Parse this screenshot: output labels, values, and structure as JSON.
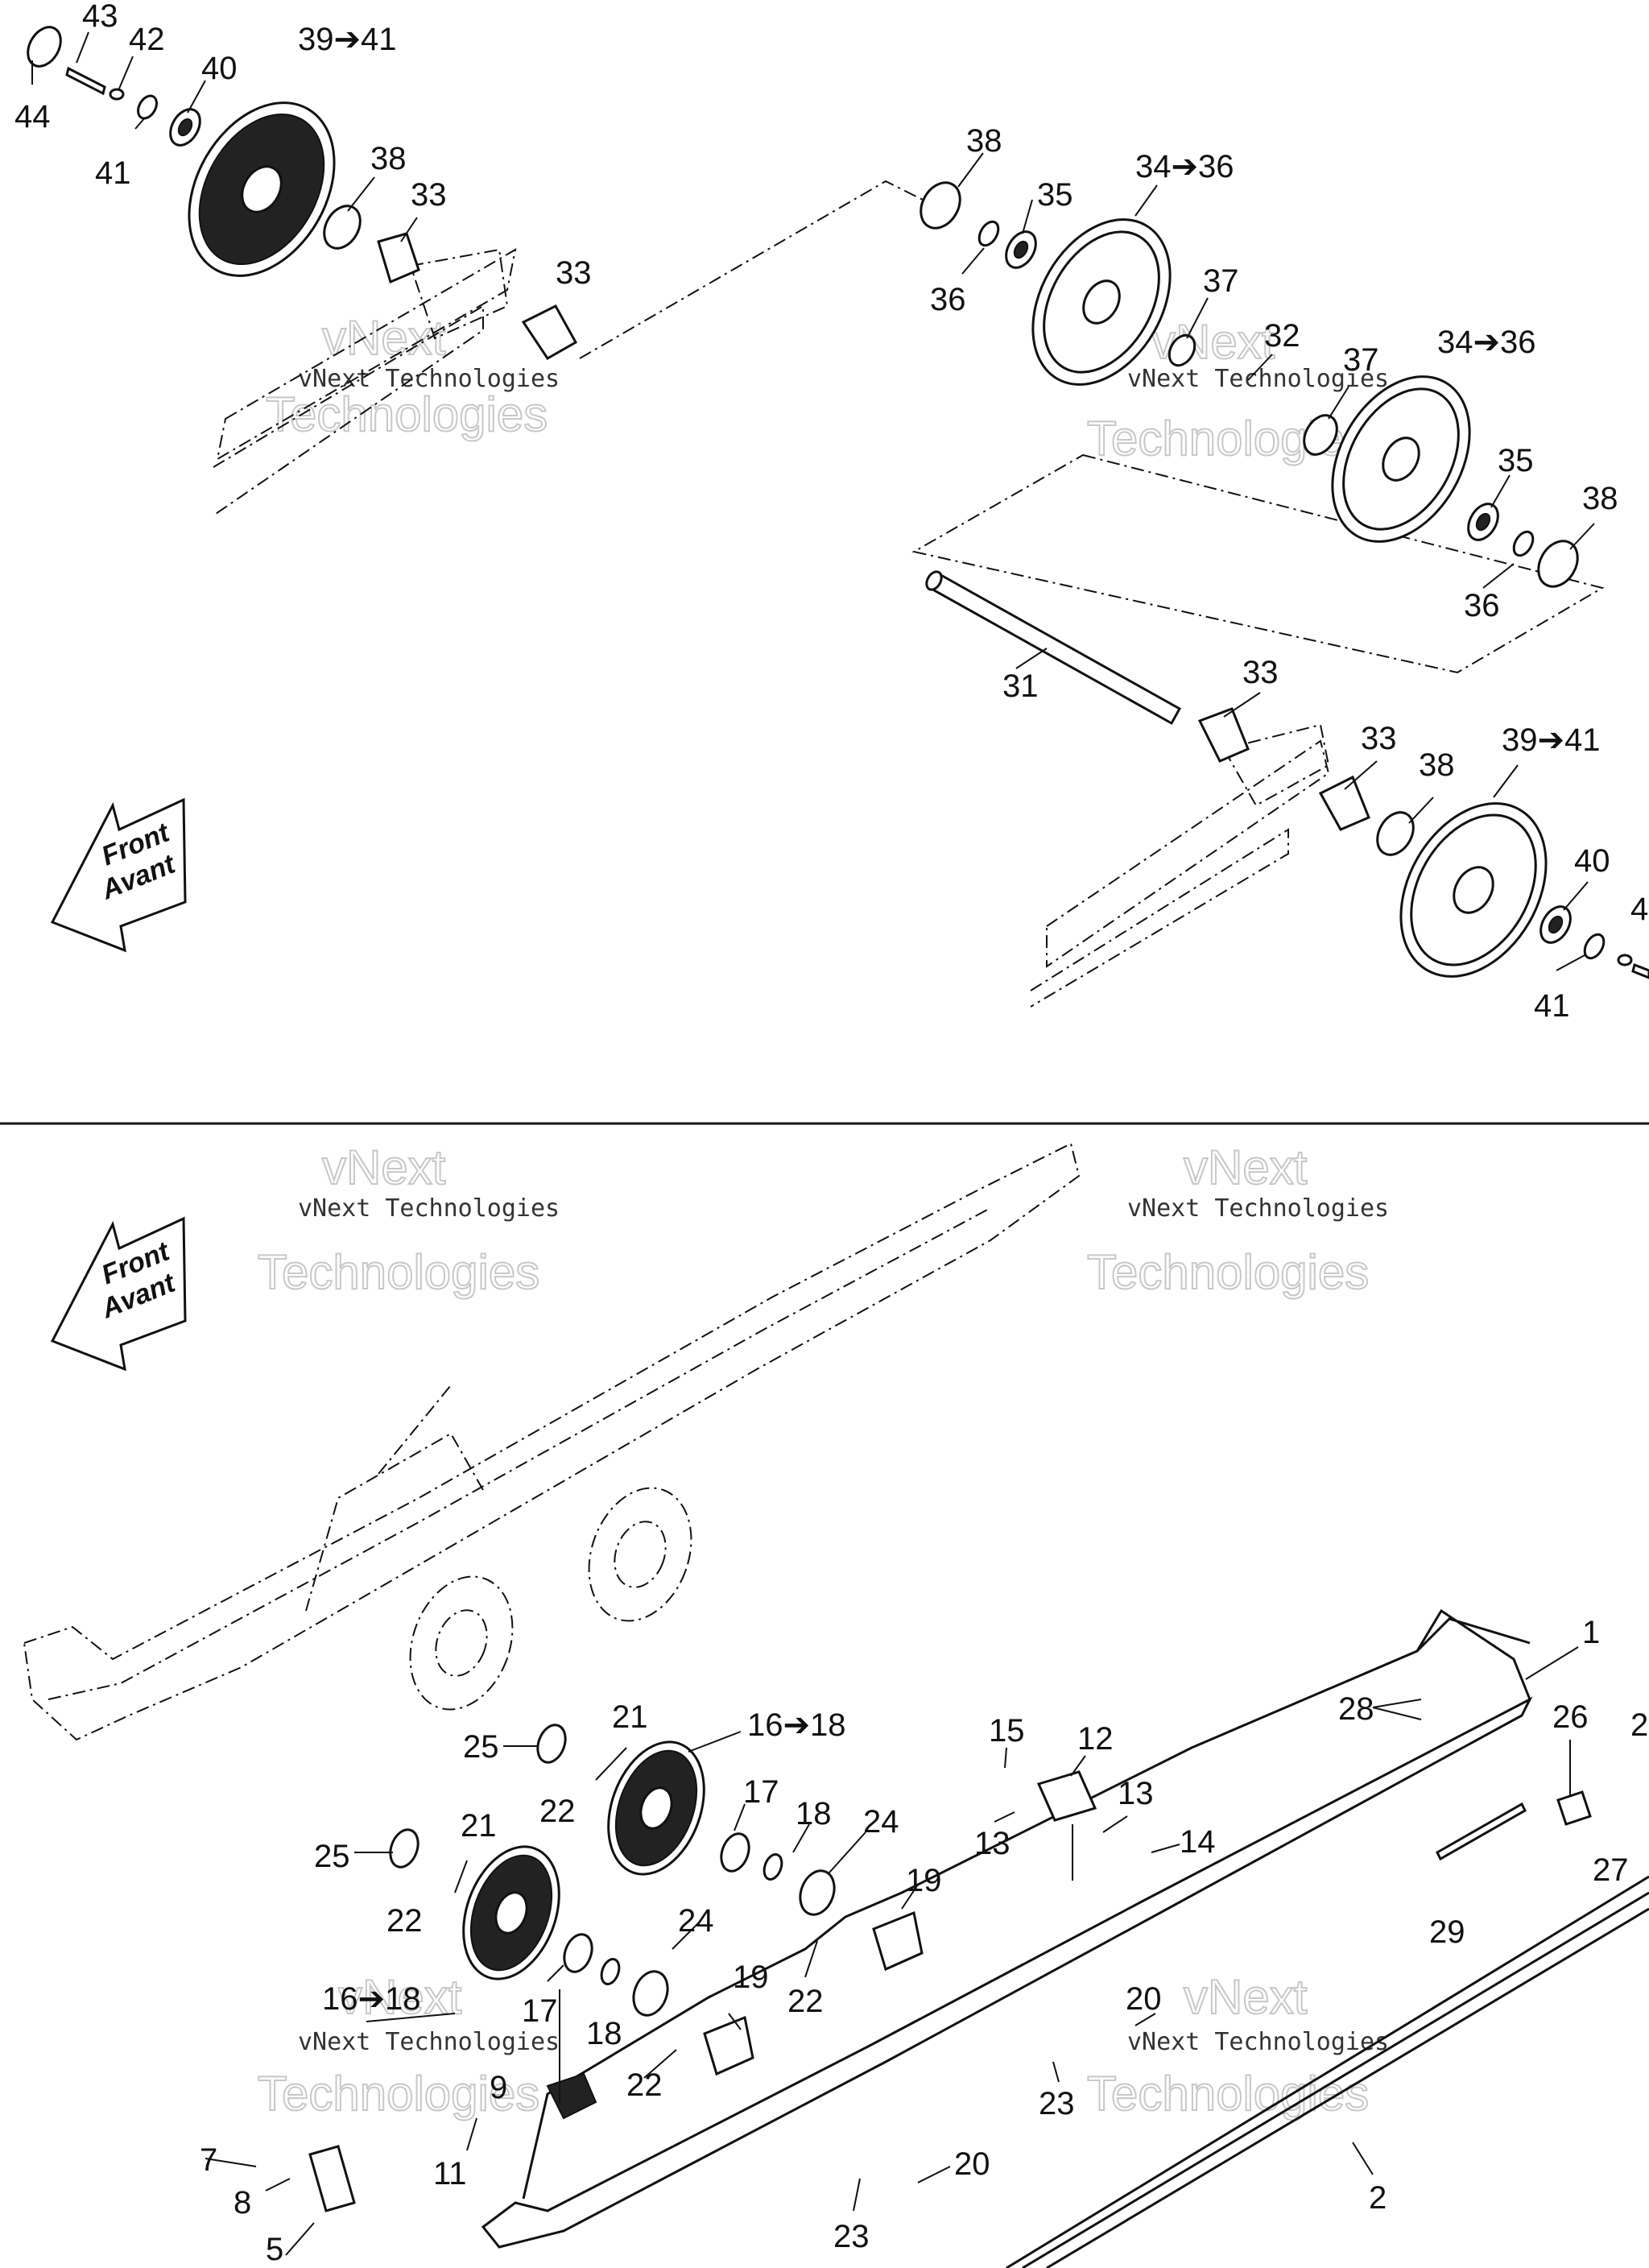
{
  "watermarks": [
    {
      "line1": "vNext",
      "line2": "vNext Technologies",
      "line3": "Technologies"
    },
    {
      "line1": "vNext",
      "line2": "vNext Technologies",
      "line3": "Technologies"
    },
    {
      "line1": "vNext",
      "line2": "vNext Technologies",
      "line3": "Technologies"
    },
    {
      "line1": "vNext",
      "line2": "vNext Technologies",
      "line3": "Technologies"
    },
    {
      "line1": "vNext",
      "line2": "vNext Technologies",
      "line3": "Technologies"
    },
    {
      "line1": "vNext",
      "line2": "vNext Technologies",
      "line3": "Technologies"
    }
  ],
  "direction_arrow": {
    "line1": "Front",
    "line2": "Avant"
  },
  "callouts_top": [
    "43",
    "42",
    "40",
    "39➔41",
    "44",
    "41",
    "38",
    "33",
    "33",
    "38",
    "35",
    "34➔36",
    "36",
    "37",
    "32",
    "37",
    "34➔36",
    "35",
    "38",
    "36",
    "31",
    "33",
    "33",
    "38",
    "39➔41",
    "40",
    "41",
    "4"
  ],
  "callouts_bottom": [
    "1",
    "28",
    "26",
    "2",
    "27",
    "29",
    "15",
    "12",
    "13",
    "13",
    "14",
    "25",
    "21",
    "16➔18",
    "22",
    "17",
    "18",
    "24",
    "25",
    "21",
    "22",
    "19",
    "16➔18",
    "17",
    "18",
    "24",
    "22",
    "19",
    "22",
    "20",
    "23",
    "9",
    "7",
    "8",
    "5",
    "11",
    "23",
    "20",
    "2"
  ]
}
